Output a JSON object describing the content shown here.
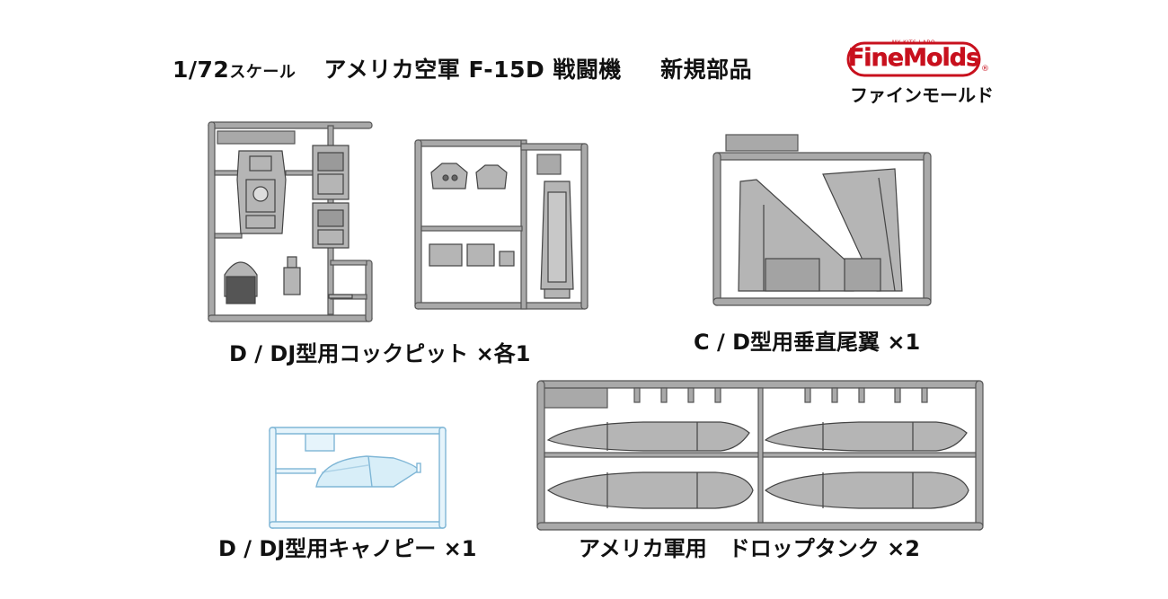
{
  "title": {
    "scale": "1/72",
    "scale_suffix": "スケール",
    "model_name": "アメリカ空軍 F-15D 戦闘機",
    "new_parts": "新規部品"
  },
  "logo": {
    "brand_en": "FineMolds",
    "brand_small": "MY KITS LABO",
    "brand_jp": "ファインモールド",
    "registered": "®",
    "color": "#c8101d"
  },
  "captions": {
    "cockpit": "D / DJ型用コックピット ×各1",
    "tail": "C / D型用垂直尾翼 ×1",
    "canopy": "D / DJ型用キャノピー ×1",
    "tank": "アメリカ軍用　ドロップタンク ×2"
  },
  "colors": {
    "sprue": "#a9a9a9",
    "sprue_stroke": "#555555",
    "part_fill": "#b5b5b5",
    "clear_fill": "#e6f4fb",
    "clear_stroke": "#7fb6d6"
  }
}
